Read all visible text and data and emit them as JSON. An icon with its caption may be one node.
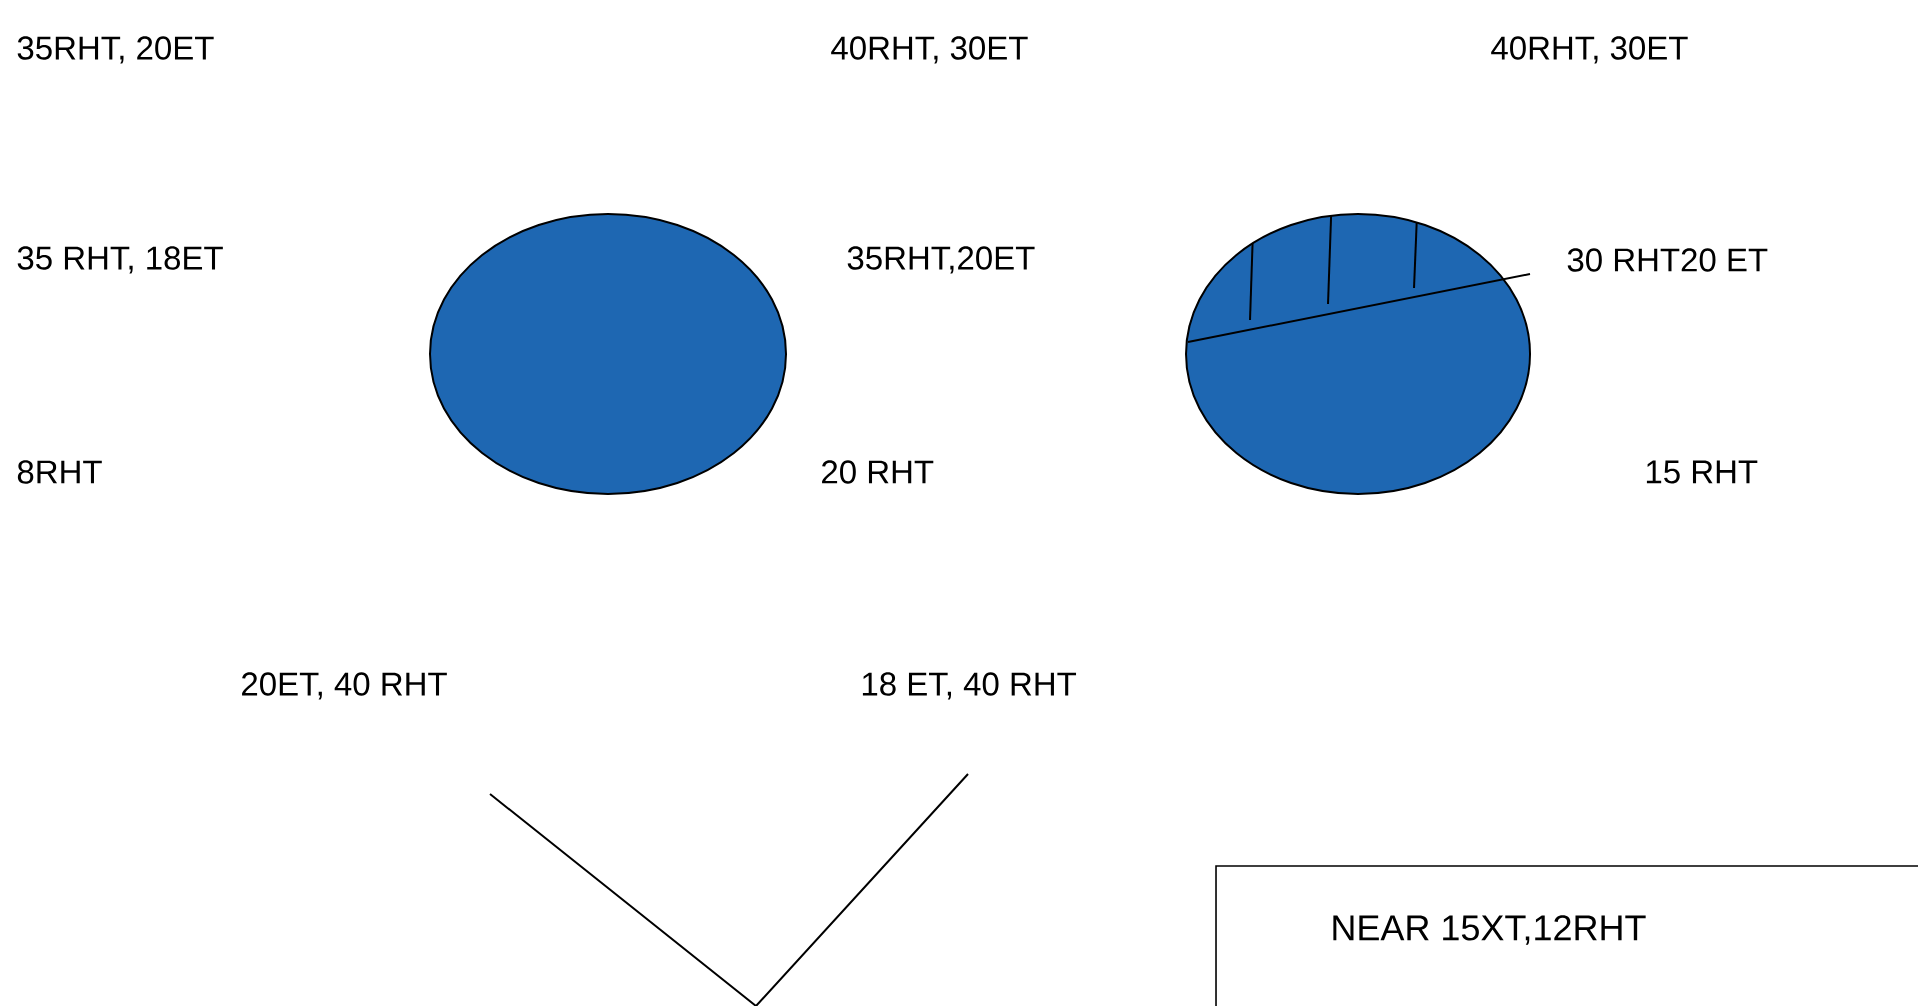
{
  "diagram": {
    "nodes": [
      {
        "text": [],
        "shape": "circle"
      },
      {
        "text": [],
        "shape": "circle"
      },
      {
        "text": [
          "NEAR 15XT,12RHT"
        ]
      }
    ],
    "labels": [
      "35RHT, 20ET",
      "40RHT, 30ET",
      "40RHT, 30ET",
      "35 RHT, 18ET",
      "35RHT,20ET",
      "30 RHT20 ET",
      "8RHT",
      "20 RHT",
      "15 RHT",
      "20ET, 40 RHT",
      "18 ET, 40 RHT"
    ]
  }
}
